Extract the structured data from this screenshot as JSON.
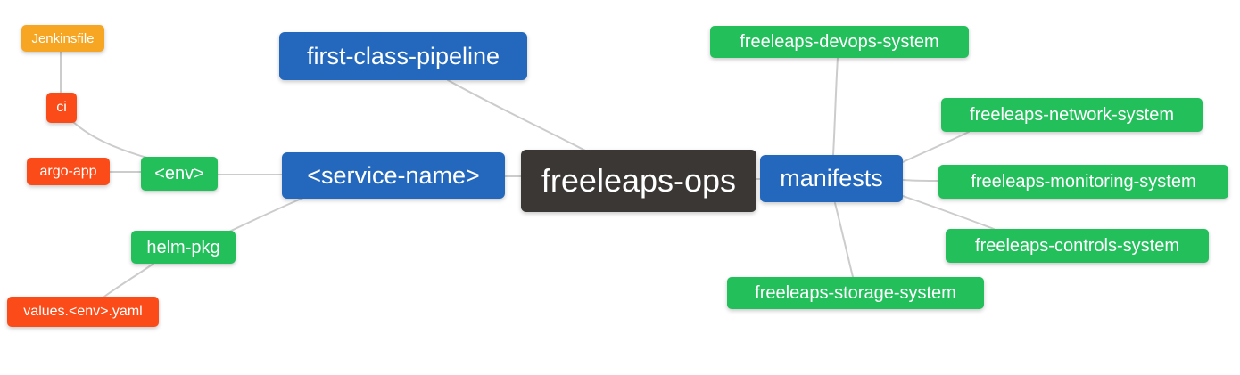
{
  "diagram": {
    "type": "mindmap",
    "root_label": "freeleaps-ops"
  },
  "nodes": {
    "root": {
      "label": "freeleaps-ops",
      "color": "#3a3734"
    },
    "first_class_pipeline": {
      "label": "first-class-pipeline",
      "color": "#2368bd"
    },
    "service_name": {
      "label": "<service-name>",
      "color": "#2368bd"
    },
    "manifests": {
      "label": "manifests",
      "color": "#2368bd"
    },
    "env": {
      "label": "<env>",
      "color": "#22bf5b"
    },
    "helm_pkg": {
      "label": "helm-pkg",
      "color": "#22bf5b"
    },
    "jenkinsfile": {
      "label": "Jenkinsfile",
      "color": "#f6a623"
    },
    "ci": {
      "label": "ci",
      "color": "#fa4b18"
    },
    "argo_app": {
      "label": "argo-app",
      "color": "#fa4b18"
    },
    "values_env_yaml": {
      "label": "values.<env>.yaml",
      "color": "#fa4b18"
    },
    "devops_system": {
      "label": "freeleaps-devops-system",
      "color": "#22bf5b"
    },
    "network_system": {
      "label": "freeleaps-network-system",
      "color": "#22bf5b"
    },
    "monitoring_system": {
      "label": "freeleaps-monitoring-system",
      "color": "#22bf5b"
    },
    "controls_system": {
      "label": "freeleaps-controls-system",
      "color": "#22bf5b"
    },
    "storage_system": {
      "label": "freeleaps-storage-system",
      "color": "#22bf5b"
    }
  },
  "edges": [
    {
      "from": "jenkinsfile",
      "to": "ci"
    },
    {
      "from": "ci",
      "to": "env"
    },
    {
      "from": "argo_app",
      "to": "env"
    },
    {
      "from": "env",
      "to": "service_name"
    },
    {
      "from": "helm_pkg",
      "to": "service_name"
    },
    {
      "from": "values_env_yaml",
      "to": "helm_pkg"
    },
    {
      "from": "first_class_pipeline",
      "to": "root"
    },
    {
      "from": "service_name",
      "to": "root"
    },
    {
      "from": "root",
      "to": "manifests"
    },
    {
      "from": "manifests",
      "to": "devops_system"
    },
    {
      "from": "manifests",
      "to": "network_system"
    },
    {
      "from": "manifests",
      "to": "monitoring_system"
    },
    {
      "from": "manifests",
      "to": "controls_system"
    },
    {
      "from": "manifests",
      "to": "storage_system"
    }
  ],
  "palette": {
    "branch_blue": "#2368bd",
    "leaf_green": "#22bf5b",
    "leaf_orange": "#f6a623",
    "leaf_red_orange": "#fa4b18",
    "root_dark": "#3a3734",
    "edge_gray": "#cccccc",
    "background": "#ffffff",
    "text": "#ffffff"
  }
}
